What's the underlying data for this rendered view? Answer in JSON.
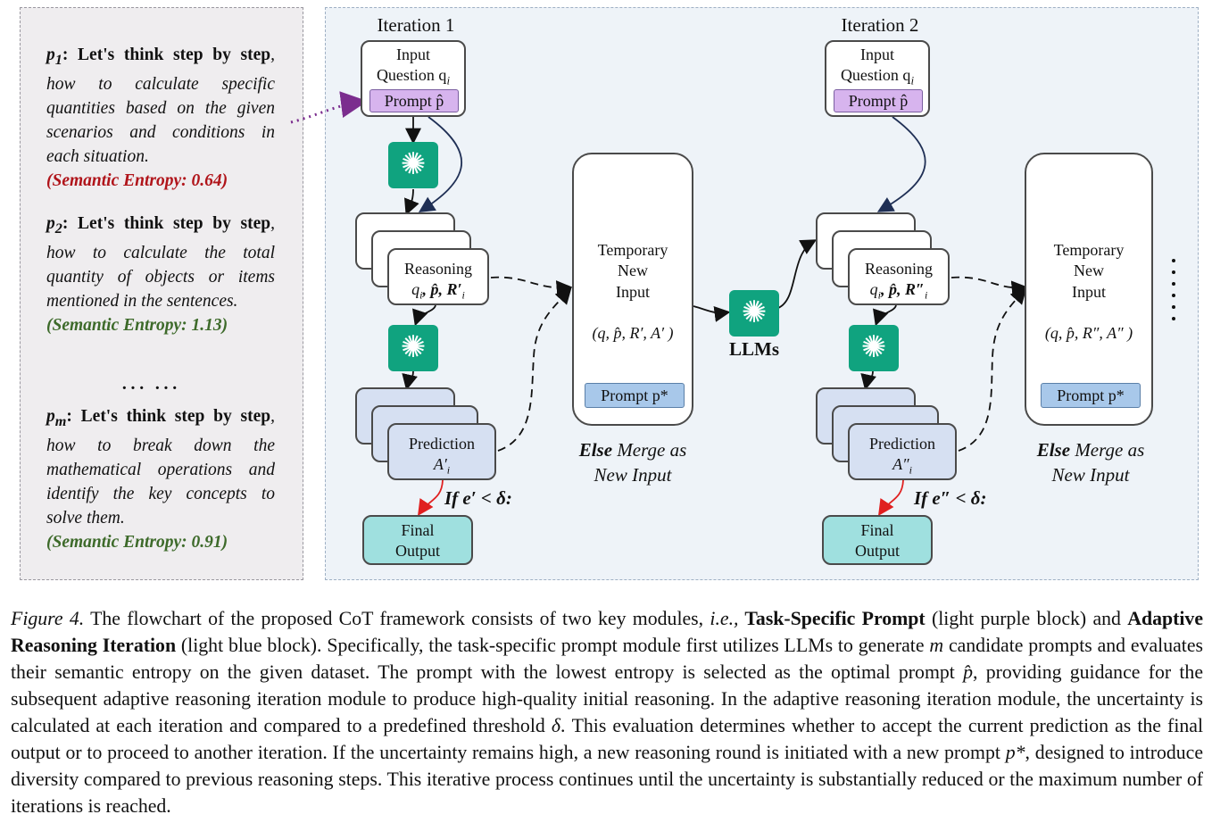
{
  "prompts": [
    {
      "label": "p",
      "sub": "1",
      "lead": ": Let's think step by step",
      "desc": ", how to calculate specific quantities based on the given scenarios and conditions in each situation.",
      "entropy": "(Semantic Entropy: 0.64)"
    },
    {
      "label": "p",
      "sub": "2",
      "lead": ": Let's think step by step",
      "desc": ", how to calculate the total quantity of objects or items mentioned in the sentences.",
      "entropy": "(Semantic Entropy: 1.13)"
    },
    {
      "label": "p",
      "sub": "m",
      "lead": ": Let's think step by step",
      "desc": ", how to break down the mathematical operations and identify the key concepts to solve them.",
      "entropy": "(Semantic Entropy: 0.91)"
    }
  ],
  "prompt_ellipsis": "··· ···",
  "iterations": [
    {
      "title": "Iteration 1",
      "input": "Input",
      "question": "Question q",
      "question_sub": "i",
      "prompt_hat": "Prompt p̂",
      "reasoning": "Reasoning",
      "reasoning_vars": "q",
      "reasoning_tail": ", p̂, R′",
      "prediction": "Prediction",
      "prediction_var": "A′",
      "temp_lines": [
        "Temporary",
        "New",
        "Input"
      ],
      "temp_tuple": "(q, p̂, R′, A′ )",
      "prompt_star": "Prompt p*",
      "condition": "If e′ < δ:",
      "final": [
        "Final",
        "Output"
      ],
      "merge_bold": "Else",
      "merge_rest": " Merge as",
      "merge_line2": "New Input"
    },
    {
      "title": "Iteration 2",
      "input": "Input",
      "question": "Question q",
      "question_sub": "i",
      "prompt_hat": "Prompt p̂",
      "reasoning": "Reasoning",
      "reasoning_vars": "q",
      "reasoning_tail": ", p̂, R″",
      "prediction": "Prediction",
      "prediction_var": "A″",
      "temp_lines": [
        "Temporary",
        "New",
        "Input"
      ],
      "temp_tuple": "(q, p̂, R″, A″ )",
      "prompt_star": "Prompt p*",
      "condition": "If e″ < δ:",
      "final": [
        "Final",
        "Output"
      ],
      "merge_bold": "Else",
      "merge_rest": " Merge as",
      "merge_line2": "New Input"
    }
  ],
  "llms_label": "LLMs",
  "gpt_icon": "openai-logo-icon",
  "colors": {
    "prompt_hat": "#d7b4ee",
    "prompt_star": "#a8c8ea",
    "final": "#9fe0df",
    "gpt": "#10a37f",
    "entropy_red": "#b0141a",
    "entropy_green": "#3d6a2a",
    "dotted_link": "#7b2d8e",
    "red_arrow": "#e02020"
  },
  "caption": {
    "fig": "Figure 4.",
    "t1": " The flowchart of the proposed CoT framework consists of two key modules, ",
    "ie": "i.e.,",
    "b1": " Task-Specific Prompt",
    "t2": " (light purple block) and ",
    "b2": "Adaptive Reasoning Iteration",
    "t3": " (light blue block). Specifically, the task-specific prompt module first utilizes LLMs to generate ",
    "m": "m",
    "t4": " candidate prompts and evaluates their semantic entropy on the given dataset. The prompt with the lowest entropy is selected as the optimal prompt ",
    "phat": "p̂",
    "t5": ", providing guidance for the subsequent adaptive reasoning iteration module to produce high-quality initial reasoning. In the adaptive reasoning iteration module, the uncertainty is calculated at each iteration and compared to a predefined threshold ",
    "delta": "δ",
    "t6": ". This evaluation determines whether to accept the current prediction as the final output or to proceed to another iteration. If the uncertainty remains high, a new reasoning round is initiated with a new prompt ",
    "pstar": "p*",
    "t7": ", designed to introduce diversity compared to previous reasoning steps. This iterative process continues until the uncertainty is substantially reduced or the maximum number of iterations is reached."
  }
}
